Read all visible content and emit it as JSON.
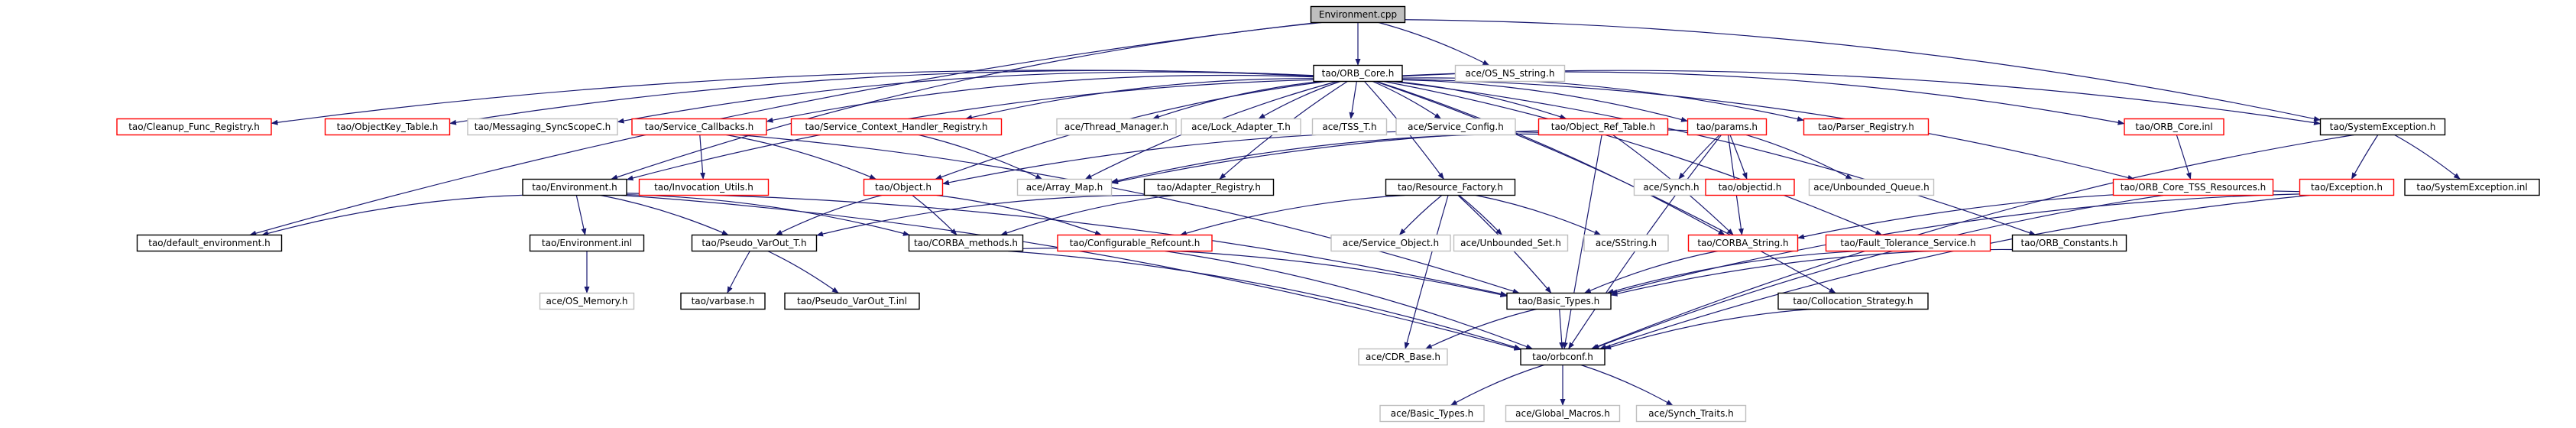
{
  "colors": {
    "root_fill": "#bfbfbf",
    "black_border": "#000000",
    "red_border": "#ff0000",
    "gray_border": "#bfbfbf",
    "edge": "#191970"
  },
  "nodes": [
    {
      "id": "environment_cpp",
      "label": "Environment.cpp",
      "style": "root"
    },
    {
      "id": "ace_os_ns_string_h",
      "label": "ace/OS_NS_string.h",
      "style": "gray"
    },
    {
      "id": "tao_orb_core_h",
      "label": "tao/ORB_Core.h",
      "style": "black"
    },
    {
      "id": "tao_cleanup_func_registry_h",
      "label": "tao/Cleanup_Func_Registry.h",
      "style": "red"
    },
    {
      "id": "tao_objectkey_table_h",
      "label": "tao/ObjectKey_Table.h",
      "style": "red"
    },
    {
      "id": "tao_messaging_syncscopec_h",
      "label": "tao/Messaging_SyncScopeC.h",
      "style": "gray"
    },
    {
      "id": "tao_service_callbacks_h",
      "label": "tao/Service_Callbacks.h",
      "style": "red"
    },
    {
      "id": "tao_service_context_handler_registry_h",
      "label": "tao/Service_Context_Handler_Registry.h",
      "style": "red"
    },
    {
      "id": "ace_thread_manager_h",
      "label": "ace/Thread_Manager.h",
      "style": "gray"
    },
    {
      "id": "ace_lock_adapter_t_h",
      "label": "ace/Lock_Adapter_T.h",
      "style": "gray"
    },
    {
      "id": "ace_tss_t_h",
      "label": "ace/TSS_T.h",
      "style": "gray"
    },
    {
      "id": "ace_service_config_h",
      "label": "ace/Service_Config.h",
      "style": "gray"
    },
    {
      "id": "tao_object_ref_table_h",
      "label": "tao/Object_Ref_Table.h",
      "style": "red"
    },
    {
      "id": "tao_params_h",
      "label": "tao/params.h",
      "style": "red"
    },
    {
      "id": "tao_parser_registry_h",
      "label": "tao/Parser_Registry.h",
      "style": "red"
    },
    {
      "id": "tao_orb_core_inl",
      "label": "tao/ORB_Core.inl",
      "style": "red"
    },
    {
      "id": "tao_systemexception_h",
      "label": "tao/SystemException.h",
      "style": "black"
    },
    {
      "id": "tao_environment_h",
      "label": "tao/Environment.h",
      "style": "black"
    },
    {
      "id": "tao_invocation_utils_h",
      "label": "tao/Invocation_Utils.h",
      "style": "red"
    },
    {
      "id": "tao_object_h",
      "label": "tao/Object.h",
      "style": "red"
    },
    {
      "id": "ace_array_map_h",
      "label": "ace/Array_Map.h",
      "style": "gray"
    },
    {
      "id": "tao_adapter_registry_h",
      "label": "tao/Adapter_Registry.h",
      "style": "black"
    },
    {
      "id": "tao_resource_factory_h",
      "label": "tao/Resource_Factory.h",
      "style": "black"
    },
    {
      "id": "ace_synch_h",
      "label": "ace/Synch.h",
      "style": "gray"
    },
    {
      "id": "tao_objectid_h",
      "label": "tao/objectid.h",
      "style": "red"
    },
    {
      "id": "ace_unbounded_queue_h",
      "label": "ace/Unbounded_Queue.h",
      "style": "gray"
    },
    {
      "id": "tao_orb_core_tss_resources_h",
      "label": "tao/ORB_Core_TSS_Resources.h",
      "style": "red"
    },
    {
      "id": "tao_exception_h",
      "label": "tao/Exception.h",
      "style": "red"
    },
    {
      "id": "tao_systemexception_inl",
      "label": "tao/SystemException.inl",
      "style": "black"
    },
    {
      "id": "tao_default_environment_h",
      "label": "tao/default_environment.h",
      "style": "black"
    },
    {
      "id": "tao_environment_inl",
      "label": "tao/Environment.inl",
      "style": "black"
    },
    {
      "id": "tao_pseudo_varout_t_h",
      "label": "tao/Pseudo_VarOut_T.h",
      "style": "black"
    },
    {
      "id": "tao_corba_methods_h",
      "label": "tao/CORBA_methods.h",
      "style": "black"
    },
    {
      "id": "tao_configurable_refcount_h",
      "label": "tao/Configurable_Refcount.h",
      "style": "red"
    },
    {
      "id": "ace_service_object_h",
      "label": "ace/Service_Object.h",
      "style": "gray"
    },
    {
      "id": "ace_unbounded_set_h",
      "label": "ace/Unbounded_Set.h",
      "style": "gray"
    },
    {
      "id": "ace_sstring_h",
      "label": "ace/SString.h",
      "style": "gray"
    },
    {
      "id": "tao_corba_string_h",
      "label": "tao/CORBA_String.h",
      "style": "red"
    },
    {
      "id": "tao_fault_tolerance_service_h",
      "label": "tao/Fault_Tolerance_Service.h",
      "style": "red"
    },
    {
      "id": "tao_orb_constants_h",
      "label": "tao/ORB_Constants.h",
      "style": "black"
    },
    {
      "id": "ace_os_memory_h",
      "label": "ace/OS_Memory.h",
      "style": "gray"
    },
    {
      "id": "tao_varbase_h",
      "label": "tao/varbase.h",
      "style": "black"
    },
    {
      "id": "tao_pseudo_varout_t_inl",
      "label": "tao/Pseudo_VarOut_T.inl",
      "style": "black"
    },
    {
      "id": "tao_basic_types_h",
      "label": "tao/Basic_Types.h",
      "style": "black"
    },
    {
      "id": "tao_collocation_strategy_h",
      "label": "tao/Collocation_Strategy.h",
      "style": "black"
    },
    {
      "id": "ace_cdr_base_h",
      "label": "ace/CDR_Base.h",
      "style": "gray"
    },
    {
      "id": "tao_orbconf_h",
      "label": "tao/orbconf.h",
      "style": "black"
    },
    {
      "id": "ace_basic_types_h",
      "label": "ace/Basic_Types.h",
      "style": "gray"
    },
    {
      "id": "ace_global_macros_h",
      "label": "ace/Global_Macros.h",
      "style": "gray"
    },
    {
      "id": "ace_synch_traits_h",
      "label": "ace/Synch_Traits.h",
      "style": "gray"
    }
  ],
  "edges": [
    [
      "environment_cpp",
      "tao_orb_core_h"
    ],
    [
      "environment_cpp",
      "ace_os_ns_string_h"
    ],
    [
      "environment_cpp",
      "tao_environment_h"
    ],
    [
      "environment_cpp",
      "tao_default_environment_h"
    ],
    [
      "environment_cpp",
      "tao_systemexception_h"
    ],
    [
      "tao_orb_core_h",
      "tao_cleanup_func_registry_h"
    ],
    [
      "tao_orb_core_h",
      "tao_objectkey_table_h"
    ],
    [
      "tao_orb_core_h",
      "tao_messaging_syncscopec_h"
    ],
    [
      "tao_orb_core_h",
      "tao_service_callbacks_h"
    ],
    [
      "tao_orb_core_h",
      "tao_service_context_handler_registry_h"
    ],
    [
      "tao_orb_core_h",
      "ace_thread_manager_h"
    ],
    [
      "tao_orb_core_h",
      "ace_lock_adapter_t_h"
    ],
    [
      "tao_orb_core_h",
      "ace_tss_t_h"
    ],
    [
      "tao_orb_core_h",
      "ace_service_config_h"
    ],
    [
      "tao_orb_core_h",
      "tao_object_ref_table_h"
    ],
    [
      "tao_orb_core_h",
      "tao_params_h"
    ],
    [
      "tao_orb_core_h",
      "tao_parser_registry_h"
    ],
    [
      "tao_orb_core_h",
      "tao_orb_core_inl"
    ],
    [
      "tao_orb_core_h",
      "tao_systemexception_h"
    ],
    [
      "tao_orb_core_h",
      "tao_environment_h"
    ],
    [
      "tao_orb_core_h",
      "tao_object_h"
    ],
    [
      "tao_orb_core_h",
      "ace_array_map_h"
    ],
    [
      "tao_orb_core_h",
      "tao_adapter_registry_h"
    ],
    [
      "tao_orb_core_h",
      "tao_resource_factory_h"
    ],
    [
      "tao_orb_core_h",
      "tao_orb_core_tss_resources_h"
    ],
    [
      "tao_orb_core_h",
      "tao_fault_tolerance_service_h"
    ],
    [
      "tao_orb_core_h",
      "tao_orb_constants_h"
    ],
    [
      "tao_orb_core_h",
      "tao_collocation_strategy_h"
    ],
    [
      "tao_orb_core_h",
      "tao_corba_string_h"
    ],
    [
      "tao_service_callbacks_h",
      "tao_invocation_utils_h"
    ],
    [
      "tao_service_callbacks_h",
      "tao_object_h"
    ],
    [
      "tao_service_callbacks_h",
      "tao_basic_types_h"
    ],
    [
      "tao_service_context_handler_registry_h",
      "ace_array_map_h"
    ],
    [
      "tao_object_ref_table_h",
      "tao_object_h"
    ],
    [
      "tao_object_ref_table_h",
      "ace_array_map_h"
    ],
    [
      "tao_object_ref_table_h",
      "tao_corba_string_h"
    ],
    [
      "tao_object_ref_table_h",
      "tao_orbconf_h"
    ],
    [
      "tao_params_h",
      "ace_array_map_h"
    ],
    [
      "tao_params_h",
      "ace_synch_h"
    ],
    [
      "tao_params_h",
      "tao_objectid_h"
    ],
    [
      "tao_params_h",
      "ace_unbounded_queue_h"
    ],
    [
      "tao_params_h",
      "tao_corba_string_h"
    ],
    [
      "tao_params_h",
      "tao_orbconf_h"
    ],
    [
      "tao_orb_core_inl",
      "tao_orb_core_tss_resources_h"
    ],
    [
      "tao_systemexception_h",
      "tao_exception_h"
    ],
    [
      "tao_systemexception_h",
      "tao_systemexception_inl"
    ],
    [
      "tao_systemexception_h",
      "tao_orbconf_h"
    ],
    [
      "tao_environment_h",
      "tao_default_environment_h"
    ],
    [
      "tao_environment_h",
      "tao_environment_inl"
    ],
    [
      "tao_environment_h",
      "tao_pseudo_varout_t_h"
    ],
    [
      "tao_environment_h",
      "tao_corba_methods_h"
    ],
    [
      "tao_environment_h",
      "tao_basic_types_h"
    ],
    [
      "tao_environment_h",
      "tao_orbconf_h"
    ],
    [
      "tao_object_h",
      "tao_pseudo_varout_t_h"
    ],
    [
      "tao_object_h",
      "tao_corba_methods_h"
    ],
    [
      "tao_object_h",
      "tao_configurable_refcount_h"
    ],
    [
      "tao_adapter_registry_h",
      "tao_corba_methods_h"
    ],
    [
      "tao_adapter_registry_h",
      "tao_pseudo_varout_t_h"
    ],
    [
      "tao_resource_factory_h",
      "tao_configurable_refcount_h"
    ],
    [
      "tao_resource_factory_h",
      "ace_service_object_h"
    ],
    [
      "tao_resource_factory_h",
      "ace_unbounded_set_h"
    ],
    [
      "tao_resource_factory_h",
      "ace_sstring_h"
    ],
    [
      "tao_resource_factory_h",
      "tao_basic_types_h"
    ],
    [
      "tao_resource_factory_h",
      "ace_cdr_base_h"
    ],
    [
      "tao_orb_core_tss_resources_h",
      "tao_orbconf_h"
    ],
    [
      "tao_exception_h",
      "tao_corba_string_h"
    ],
    [
      "tao_exception_h",
      "tao_basic_types_h"
    ],
    [
      "tao_exception_h",
      "tao_orbconf_h"
    ],
    [
      "tao_environment_inl",
      "ace_os_memory_h"
    ],
    [
      "tao_pseudo_varout_t_h",
      "tao_varbase_h"
    ],
    [
      "tao_pseudo_varout_t_h",
      "tao_pseudo_varout_t_inl"
    ],
    [
      "tao_corba_methods_h",
      "tao_basic_types_h"
    ],
    [
      "tao_corba_methods_h",
      "tao_orbconf_h"
    ],
    [
      "tao_configurable_refcount_h",
      "tao_orbconf_h"
    ],
    [
      "tao_corba_string_h",
      "tao_basic_types_h"
    ],
    [
      "tao_fault_tolerance_service_h",
      "tao_basic_types_h"
    ],
    [
      "tao_orb_constants_h",
      "tao_basic_types_h"
    ],
    [
      "tao_collocation_strategy_h",
      "tao_orbconf_h"
    ],
    [
      "tao_basic_types_h",
      "ace_cdr_base_h"
    ],
    [
      "tao_basic_types_h",
      "tao_orbconf_h"
    ],
    [
      "tao_orbconf_h",
      "ace_basic_types_h"
    ],
    [
      "tao_orbconf_h",
      "ace_global_macros_h"
    ],
    [
      "tao_orbconf_h",
      "ace_synch_traits_h"
    ]
  ]
}
